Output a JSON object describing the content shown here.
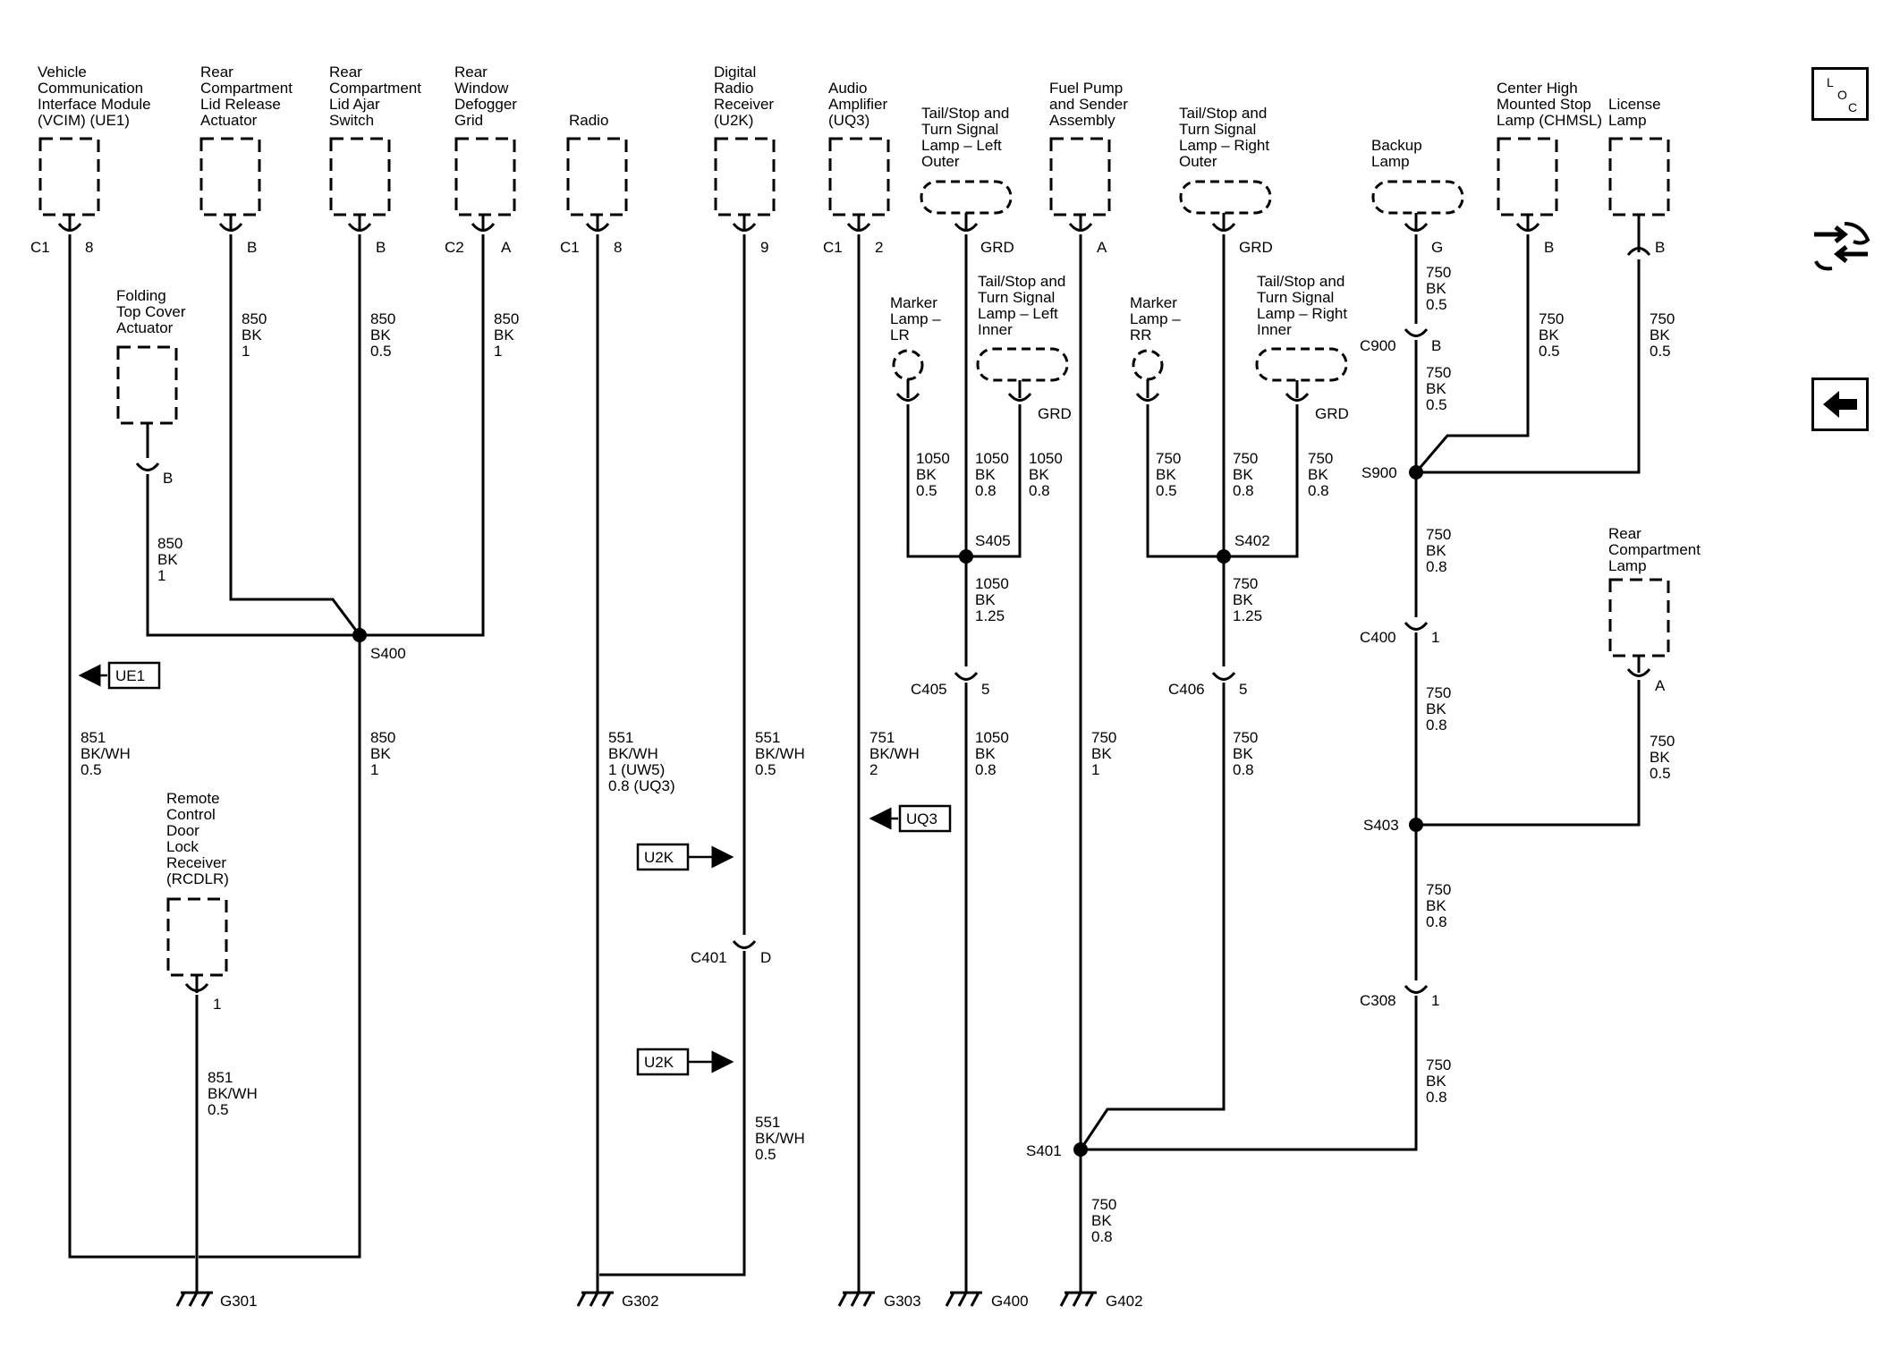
{
  "components": {
    "vcim": "Vehicle Communication Interface Module (VCIM) (UE1)",
    "rear_lid_release": "Rear Compartment Lid Release Actuator",
    "rear_lid_ajar": "Rear Compartment Lid Ajar Switch",
    "rear_defogger": "Rear Window Defogger Grid",
    "radio": "Radio",
    "digital_radio": "Digital Radio Receiver (U2K)",
    "audio_amp": "Audio Amplifier (UQ3)",
    "tail_lo": "Tail/Stop and Turn Signal Lamp – Left Outer",
    "fuel_pump": "Fuel Pump and Sender Assembly",
    "tail_ro": "Tail/Stop and Turn Signal Lamp – Right Outer",
    "backup_lamp": "Backup Lamp",
    "chmsl": "Center High Mounted Stop Lamp (CHMSL)",
    "license_lamp": "License Lamp",
    "folding_top": "Folding Top Cover Actuator",
    "marker_lr": "Marker Lamp – LR",
    "tail_li": "Tail/Stop and Turn Signal Lamp – Left Inner",
    "marker_rr": "Marker Lamp – RR",
    "tail_ri": "Tail/Stop and Turn Signal Lamp – Right Inner",
    "rcdlr": "Remote Control Door Lock Receiver (RCDLR)",
    "rear_comp_lamp": "Rear Compartment Lamp"
  },
  "pins": {
    "c1": "C1",
    "c2": "C2",
    "p8": "8",
    "pB": "B",
    "pA": "A",
    "p9": "9",
    "p2": "2",
    "pG": "G",
    "pGRD": "GRD",
    "p1": "1",
    "p5": "5",
    "pD": "D"
  },
  "wires": {
    "w850_bk_1": [
      "850",
      "BK",
      "1"
    ],
    "w850_bk_05": [
      "850",
      "BK",
      "0.5"
    ],
    "w851_bkwh_05": [
      "851",
      "BK/WH",
      "0.5"
    ],
    "w551_a": [
      "551",
      "BK/WH",
      "1 (UW5)",
      "0.8 (UQ3)"
    ],
    "w551_05": [
      "551",
      "BK/WH",
      "0.5"
    ],
    "w751": [
      "751",
      "BK/WH",
      "2"
    ],
    "w1050_05": [
      "1050",
      "BK",
      "0.5"
    ],
    "w1050_08": [
      "1050",
      "BK",
      "0.8"
    ],
    "w1050_125": [
      "1050",
      "BK",
      "1.25"
    ],
    "w750_05": [
      "750",
      "BK",
      "0.5"
    ],
    "w750_08": [
      "750",
      "BK",
      "0.8"
    ],
    "w750_125": [
      "750",
      "BK",
      "1.25"
    ],
    "w750_1": [
      "750",
      "BK",
      "1"
    ]
  },
  "splices": {
    "s400": "S400",
    "s405": "S405",
    "s402": "S402",
    "s900": "S900",
    "s403": "S403",
    "s401": "S401"
  },
  "connectors": {
    "c405": "C405",
    "c406": "C406",
    "c900": "C900",
    "c400": "C400",
    "c401": "C401",
    "c308": "C308"
  },
  "grounds": {
    "g301": "G301",
    "g302": "G302",
    "g303": "G303",
    "g400": "G400",
    "g402": "G402"
  },
  "refs": {
    "ue1": "UE1",
    "u2k": "U2K",
    "uq3": "UQ3"
  },
  "loc_letters": [
    "L",
    "O",
    "C"
  ]
}
